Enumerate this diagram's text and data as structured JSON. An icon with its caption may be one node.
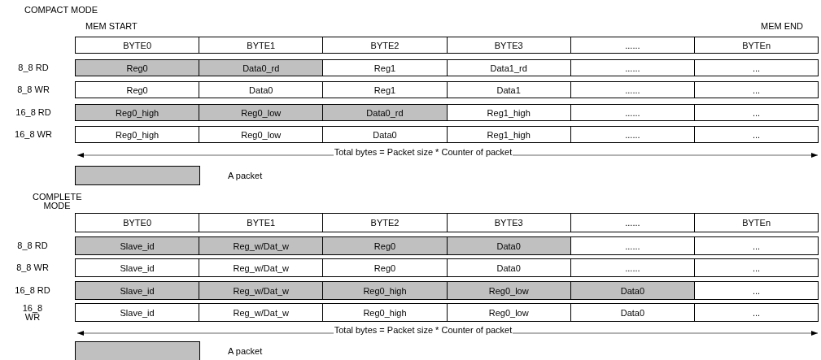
{
  "diagram": {
    "labels": [
      "COMPACT MODE",
      "MEM START",
      "MEM END",
      "BYTE0",
      "BYTE1",
      "BYTE2",
      "BYTE3",
      "......",
      "BYTEn",
      "8_8 RD",
      "Reg0",
      "Data0_rd",
      "Reg1",
      "Data1_rd",
      "......",
      "...",
      "8_8 WR",
      "Reg0",
      "Data0",
      "Reg1",
      "Data1",
      "......",
      "...",
      "16_8 RD",
      "Reg0_high",
      "Reg0_low",
      "Data0_rd",
      "Reg1_high",
      "......",
      "...",
      "16_8 WR",
      "Reg0_high",
      "Reg0_low",
      "Data0",
      "Reg1_high",
      "......",
      "...",
      "Total bytes = Packet size * Counter of packet",
      "COMPLETE MODE",
      "BYTE0",
      "BYTE1",
      "BYTE2",
      "BYTE3",
      "......",
      "BYTEn",
      "8_8 RD",
      "Slave_id",
      "Reg_w/Dat_w",
      "Reg0",
      "Data0",
      "......",
      "...",
      "8_8 WR",
      "Slave_id",
      "Reg_w/Dat_w",
      "Reg0",
      "Data0",
      "......",
      "...",
      "16_8 RD",
      "Slave_id",
      "Reg_w/Dat_w",
      "Reg0_high",
      "Reg0_low",
      "Data0",
      "...",
      "16_8 WR",
      "Slave_id",
      "Reg_w/Dat_w",
      "Reg0_high",
      "Reg0_low",
      "Data0",
      "...",
      "Total bytes = Packet size * Counter of packet"
    ],
    "legend": [
      {
        "text": "A packet",
        "color": "#c0c0c0"
      },
      {
        "text": "A packet",
        "color": "#c0c0c0"
      }
    ]
  }
}
